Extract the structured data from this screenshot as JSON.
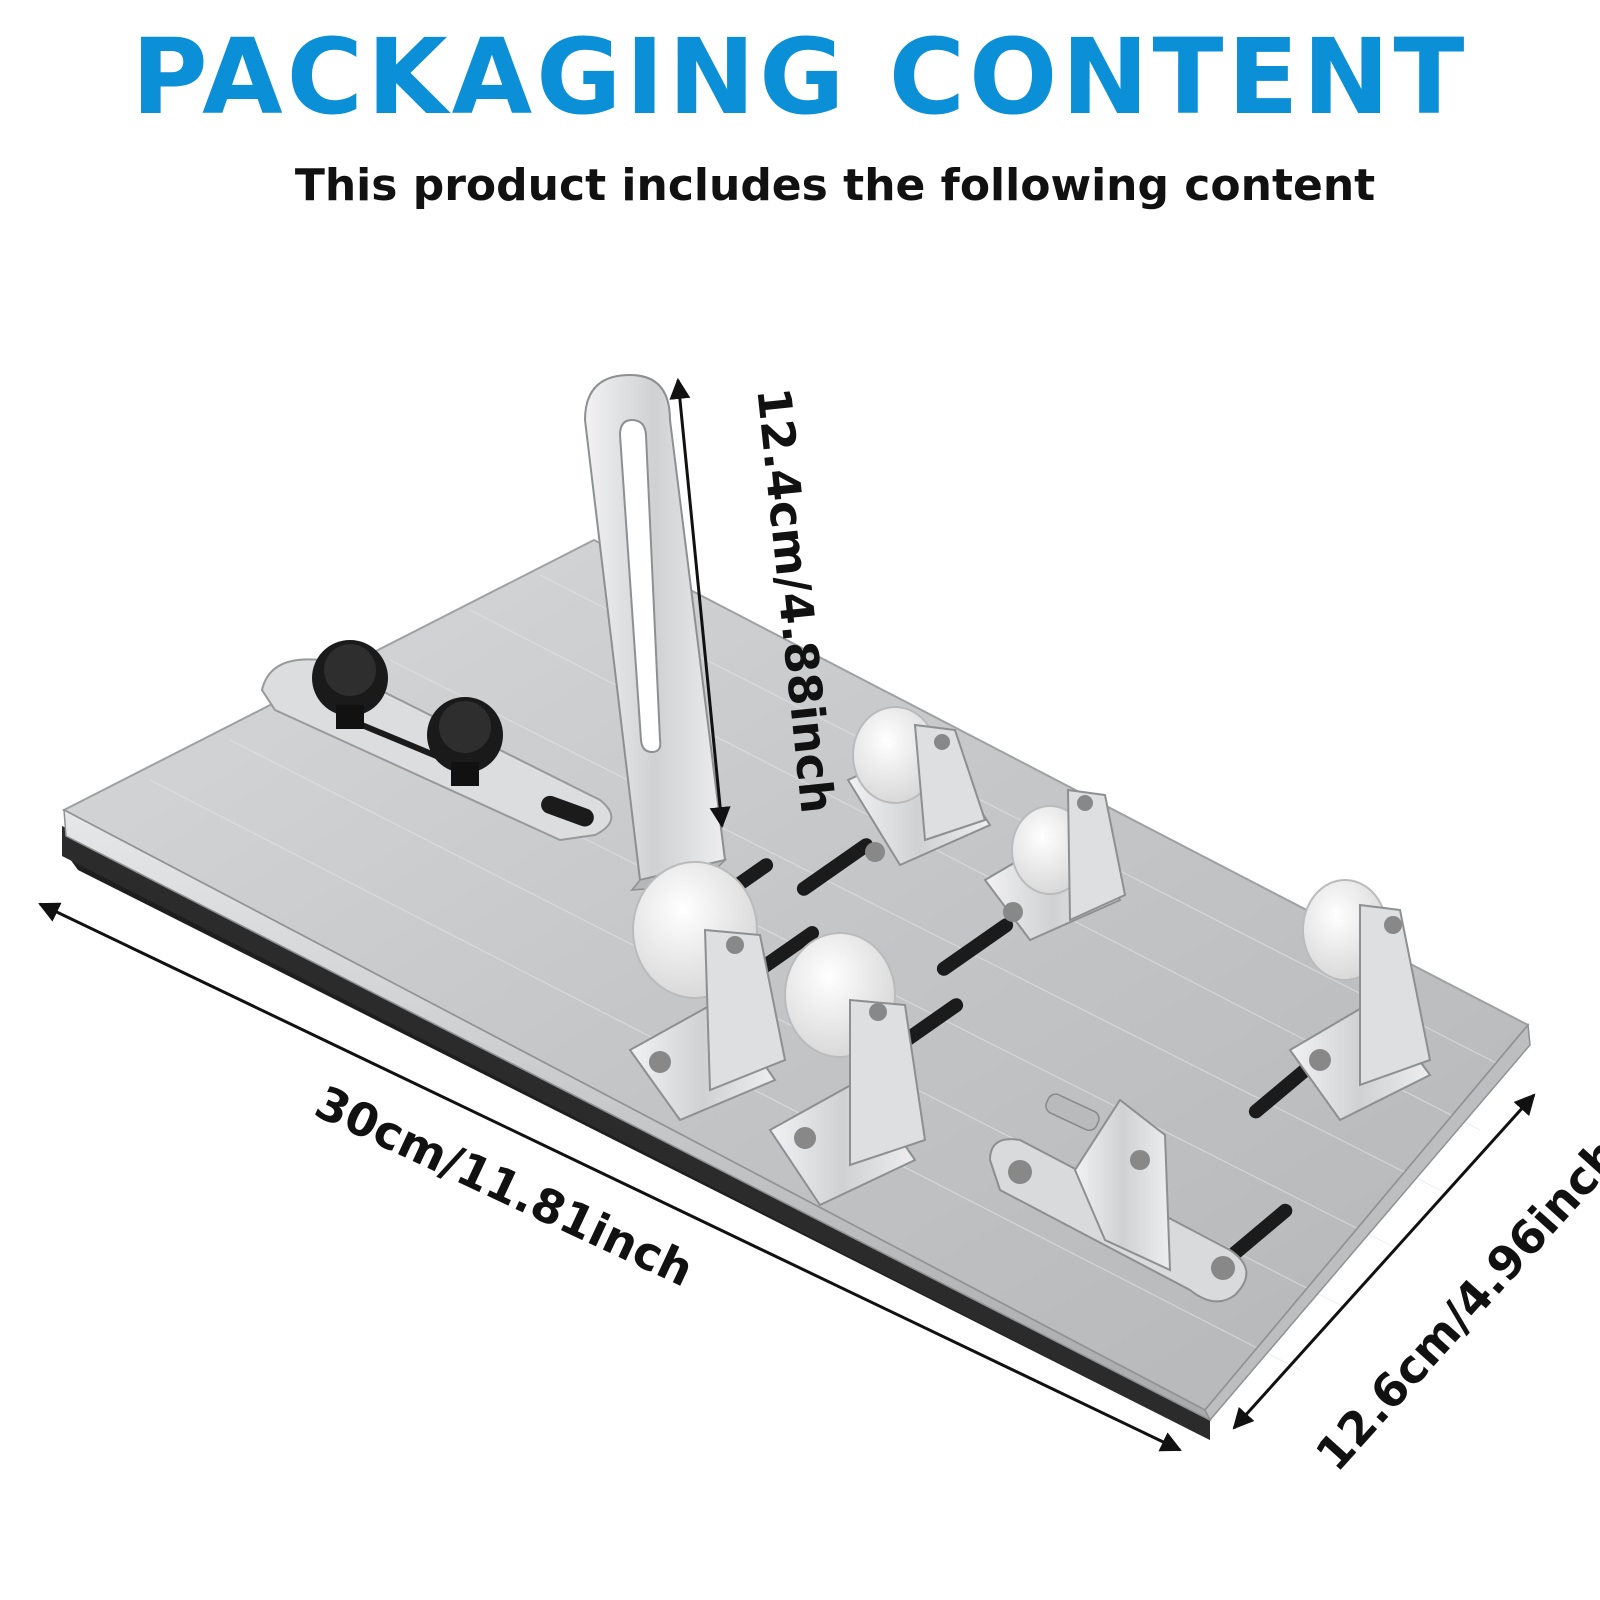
{
  "header": {
    "title": "PACKAGING CONTENT",
    "subtitle": "This product includes the following content"
  },
  "dimensions": {
    "height": "12.4cm/4.88inch",
    "length": "30cm/11.81inch",
    "width": "12.6cm/4.96inch"
  },
  "colors": {
    "title": "#0b8fd6",
    "text": "#111111",
    "steel": "#c9cbcd",
    "rubber": "#1e1e1e",
    "knob": "#1a1a1a",
    "wheel": "#f4f4f4"
  }
}
